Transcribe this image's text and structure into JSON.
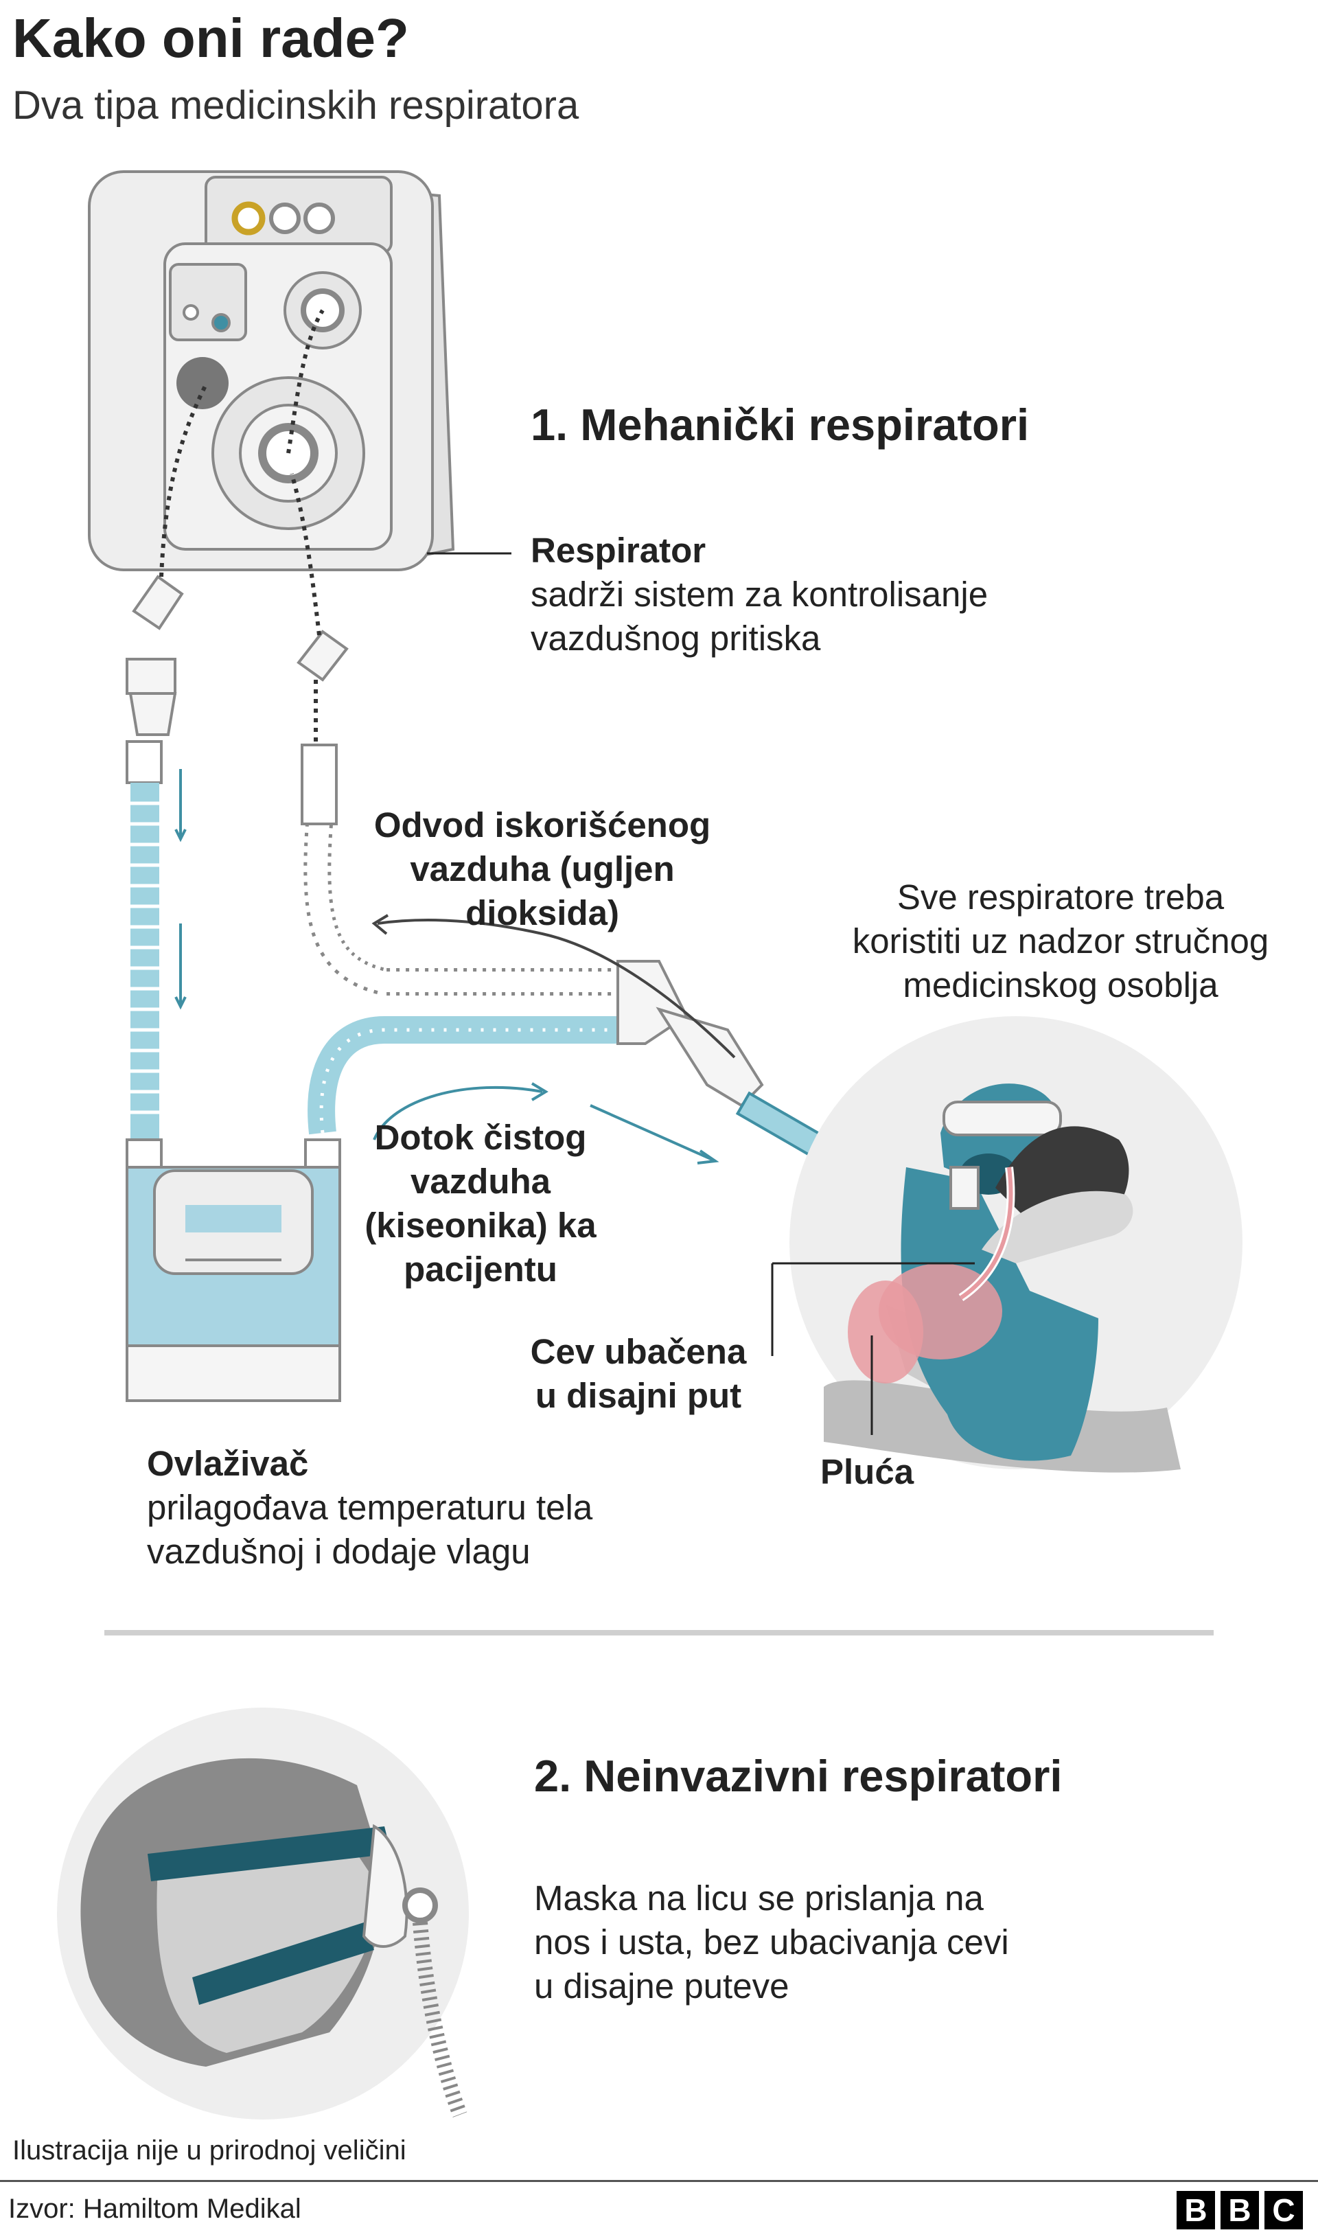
{
  "header": {
    "title": "Kako oni rade?",
    "subtitle": "Dva tipa medicinskih respiratora"
  },
  "section1": {
    "heading": "1. Mehanički respiratori",
    "respirator": {
      "name": "Respirator",
      "desc_line1": "sadrži sistem za kontrolisanje",
      "desc_line2": "vazdušnog pritiska"
    },
    "exhaust": {
      "line1": "Odvod iskorišćenog",
      "line2": "vazduha (ugljen",
      "line3": "dioksida)"
    },
    "supervision": {
      "line1": "Sve respiratore treba",
      "line2": "koristiti uz nadzor stručnog",
      "line3": "medicinskog osoblja"
    },
    "intake": {
      "line1": "Dotok čistog",
      "line2": "vazduha",
      "line3": "(kiseonika) ka",
      "line4": "pacijentu"
    },
    "tube": {
      "line1": "Cev ubačena",
      "line2": "u disajni put"
    },
    "lungs": "Pluća",
    "humidifier": {
      "name": "Ovlaživač",
      "desc_line1": "prilagođava temperaturu tela",
      "desc_line2": "vazdušnoj i dodaje vlagu"
    }
  },
  "section2": {
    "heading": "2. Neinvazivni respiratori",
    "desc_line1": "Maska na licu se prislanja na",
    "desc_line2": "nos i usta, bez ubacivanja cevi",
    "desc_line3": "u disajne puteve"
  },
  "footer": {
    "note": "Ilustracija nije u prirodnoj veličini",
    "source": "Izvor: Hamiltom Medikal",
    "logo_letters": [
      "B",
      "B",
      "C"
    ]
  },
  "colors": {
    "tube_blue": "#9fd3e0",
    "teal": "#3f8fa3",
    "dark_teal": "#1f5b6b",
    "device_gray": "#eeeeee",
    "outline": "#888888",
    "lung_pink": "#e79aa0"
  }
}
